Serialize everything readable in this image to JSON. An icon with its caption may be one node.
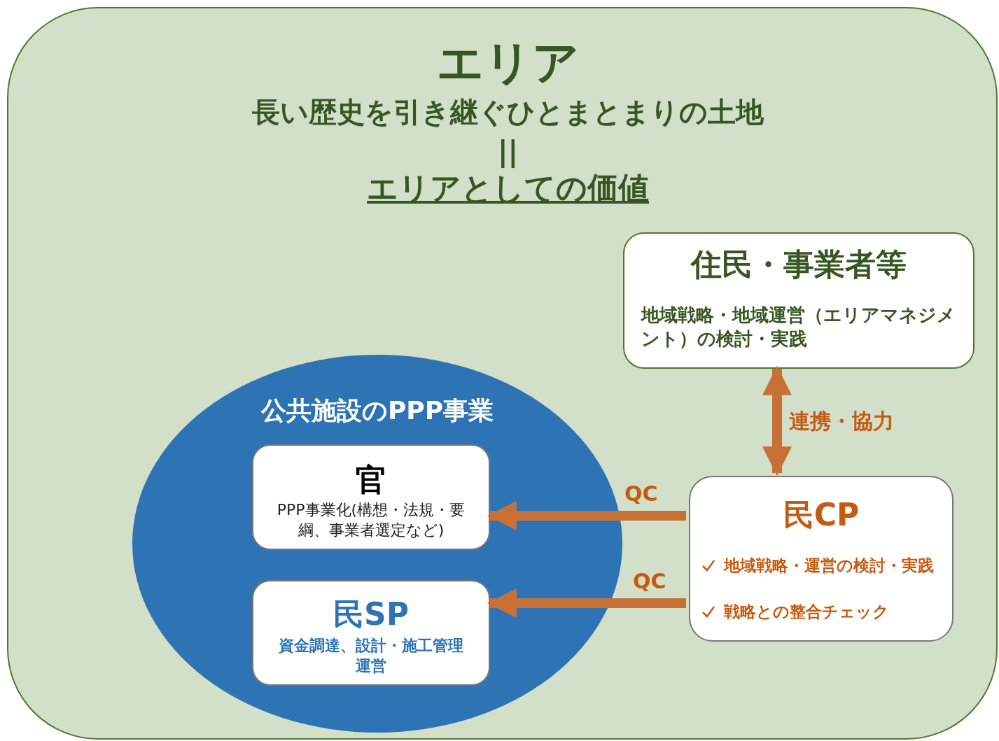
{
  "diagram": {
    "nodes": [
      {
        "text": [
          "エリア",
          "長い歴史を引き継ぐひとまとまりの土地",
          "||",
          "エリアとしての価値"
        ]
      },
      {
        "text": [
          "公共施設のPPP事業"
        ],
        "in": 0
      },
      {
        "text": [
          "官",
          "PPP事業化(構想・法規・要綱、事業者選定など)"
        ],
        "in": 1
      },
      {
        "text": [
          "民SP",
          "資金調達、設計・施工管理運営"
        ],
        "in": 1
      },
      {
        "text": [
          "住民・事業者等",
          "地域戦略・地域運営（エリアマネジメント）の検討・実践"
        ],
        "in": 0
      },
      {
        "text": [
          "民CP",
          "地域戦略・運営の検討・実践",
          "戦略との整合チェック"
        ],
        "in": 0
      }
    ],
    "edges": [
      {
        "from": 4,
        "to": 5,
        "arrow": "both",
        "label": "連携・協力"
      },
      {
        "from": 5,
        "to": 2,
        "arrow": "to",
        "label": "QC"
      },
      {
        "from": 5,
        "to": 3,
        "arrow": "to",
        "label": "QC"
      }
    ]
  }
}
